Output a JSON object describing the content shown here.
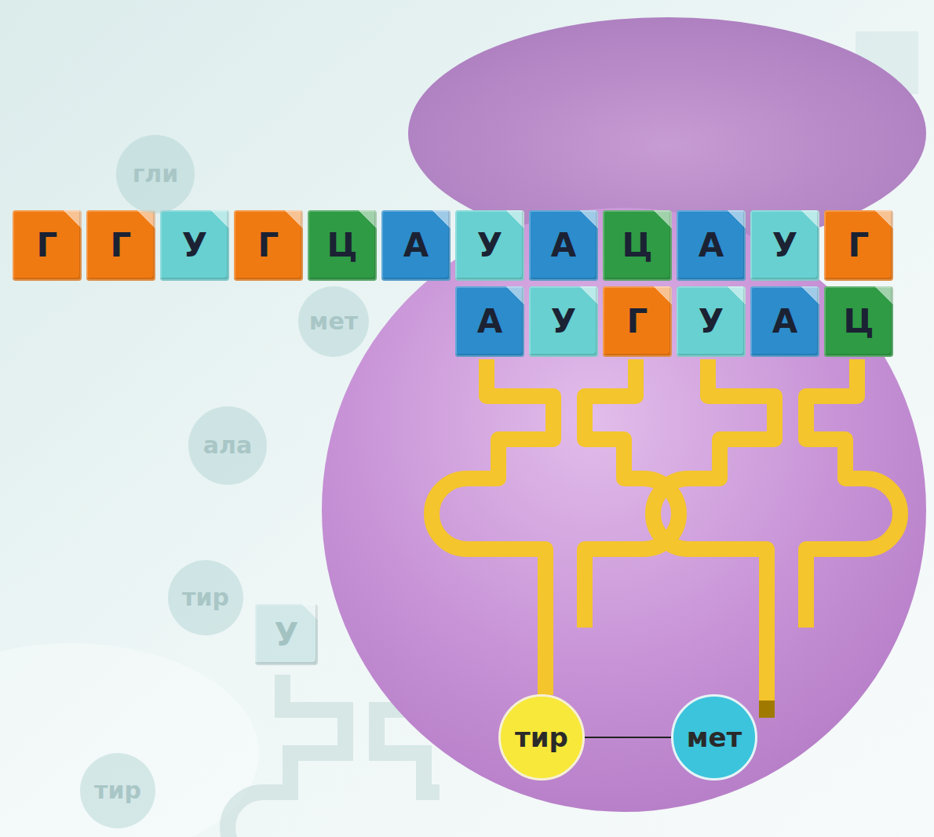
{
  "diagram": {
    "nodes": [
      {
        "text": [
          "Г"
        ]
      },
      {
        "text": [
          "Г"
        ]
      },
      {
        "text": [
          "У"
        ]
      },
      {
        "text": [
          "Г"
        ]
      },
      {
        "text": [
          "Ц"
        ]
      },
      {
        "text": [
          "А"
        ]
      },
      {
        "text": [
          "У"
        ]
      },
      {
        "text": [
          "А"
        ]
      },
      {
        "text": [
          "Ц"
        ]
      },
      {
        "text": [
          "А"
        ]
      },
      {
        "text": [
          "У"
        ]
      },
      {
        "text": [
          "Г"
        ]
      },
      {
        "text": [
          "А"
        ]
      },
      {
        "text": [
          "У"
        ]
      },
      {
        "text": [
          "Г"
        ]
      },
      {
        "text": [
          "У"
        ]
      },
      {
        "text": [
          "А"
        ]
      },
      {
        "text": [
          "Ц"
        ]
      },
      {
        "text": [
          "тир"
        ]
      },
      {
        "text": [
          "мет"
        ]
      },
      {
        "text": [
          "гли"
        ]
      },
      {
        "text": [
          "мет"
        ]
      },
      {
        "text": [
          "ала"
        ]
      },
      {
        "text": [
          "тир"
        ]
      },
      {
        "text": [
          "У"
        ]
      },
      {
        "text": [
          "тир"
        ]
      }
    ],
    "edges": [
      {
        "from": 18,
        "to": 19,
        "arrow": "none"
      }
    ]
  }
}
